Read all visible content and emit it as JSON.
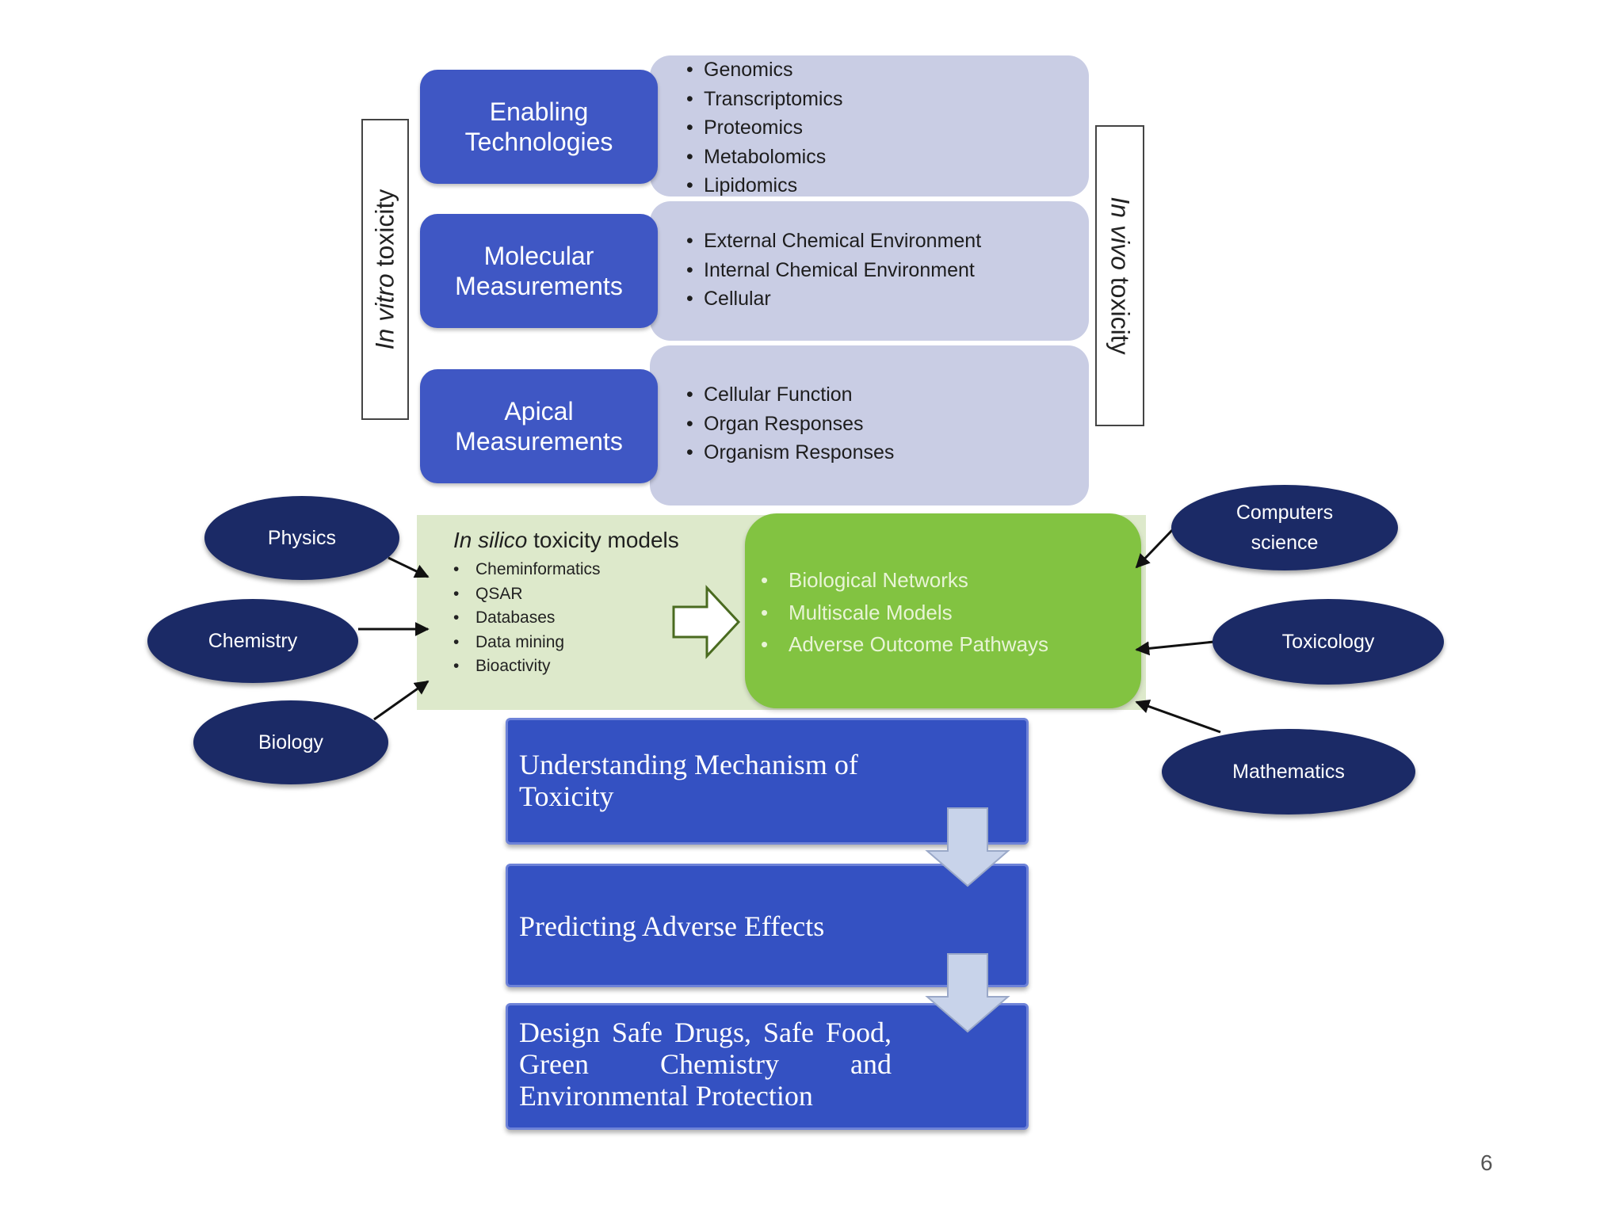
{
  "left_label": {
    "prefix": "In vitro",
    "suffix": " toxicity"
  },
  "right_label": {
    "prefix": "In vivo",
    "suffix": " toxicity"
  },
  "categories": [
    {
      "label": "Enabling Technologies",
      "items": [
        "Genomics",
        "Transcriptomics",
        "Proteomics",
        "Metabolomics",
        "Lipidomics"
      ]
    },
    {
      "label": "Molecular Measurements",
      "items": [
        "External Chemical Environment",
        "Internal Chemical Environment",
        "Cellular"
      ]
    },
    {
      "label": "Apical Measurements",
      "items": [
        "Cellular Function",
        "Organ Responses",
        "Organism Responses"
      ]
    }
  ],
  "in_silico": {
    "title_italic": "In silico",
    "title_rest": " toxicity models",
    "items": [
      "Cheminformatics",
      "QSAR",
      "Databases",
      "Data mining",
      "Bioactivity"
    ]
  },
  "green_box": {
    "items": [
      "Biological Networks",
      "Multiscale Models",
      "Adverse Outcome Pathways"
    ]
  },
  "disciplines_left": [
    "Physics",
    "Chemistry",
    "Biology"
  ],
  "disciplines_right": [
    "Computers science",
    "Toxicology",
    "Mathematics"
  ],
  "outcomes": [
    "Understanding Mechanism of Toxicity",
    "Predicting Adverse Effects",
    "Design Safe Drugs, Safe Food, Green Chemistry and Environmental Protection"
  ],
  "page_number": "6",
  "colors": {
    "category_blue": "#3f57c4",
    "panel_lavender": "#c9cde4",
    "silico_green_light": "#dde9cb",
    "green_box": "#82c341",
    "ellipse_navy": "#1b2a66",
    "outcome_blue": "#3451c2",
    "down_arrow": "#c8d3ea"
  }
}
